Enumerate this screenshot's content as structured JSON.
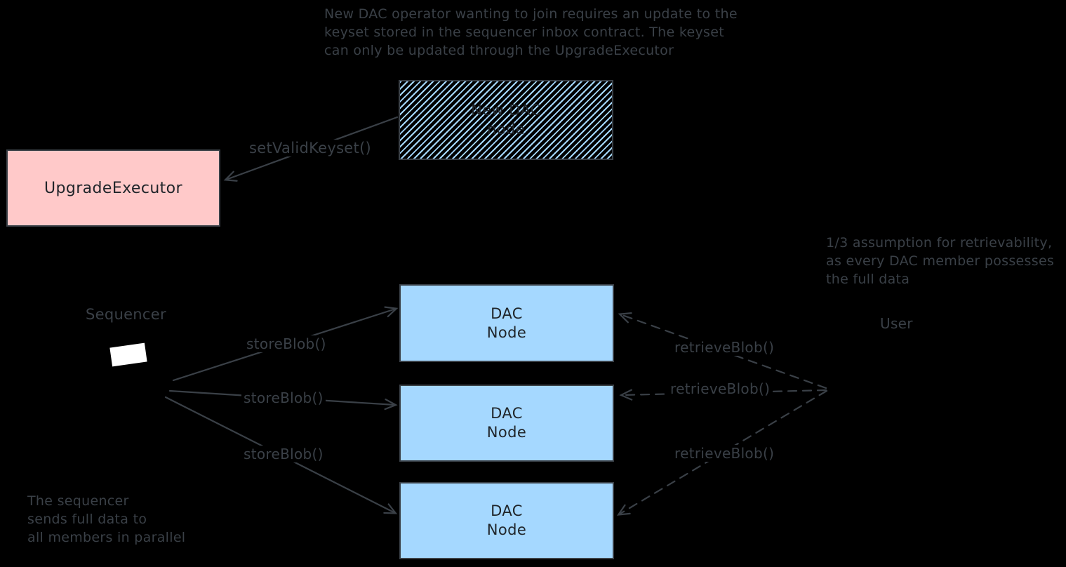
{
  "colors": {
    "canvas_bg": "#000000",
    "stroke": "#3a4047",
    "text": "#3a4047",
    "box_text": "#20252a",
    "pink_fill": "#ffc9c9",
    "blue_fill": "#a5d8ff",
    "hatch": "#a5d8ff",
    "screen_white": "#ffffff"
  },
  "notes": {
    "top": {
      "lines": [
        "New DAC operator wanting to join requires an update to the",
        "keyset stored in the sequencer inbox contract. The keyset",
        "can only be updated through the UpgradeExecutor"
      ]
    },
    "assumption": {
      "lines": [
        "1/3 assumption for retrievability,",
        "as every DAC member possesses",
        "the full data"
      ]
    },
    "parallel": {
      "lines": [
        "The sequencer",
        "sends full data to",
        "all members in parallel"
      ]
    }
  },
  "boxes": {
    "new_dac": {
      "line1": "New DAC",
      "line2": "node"
    },
    "upgrade_executor": {
      "label": "UpgradeExecutor"
    },
    "dac_node": {
      "line1": "DAC",
      "line2": "Node"
    }
  },
  "labels": {
    "sequencer": "Sequencer",
    "user": "User",
    "set_valid_keyset": "setValidKeyset()",
    "store_blob": "storeBlob()",
    "retrieve_blob": "retrieveBlob()"
  }
}
